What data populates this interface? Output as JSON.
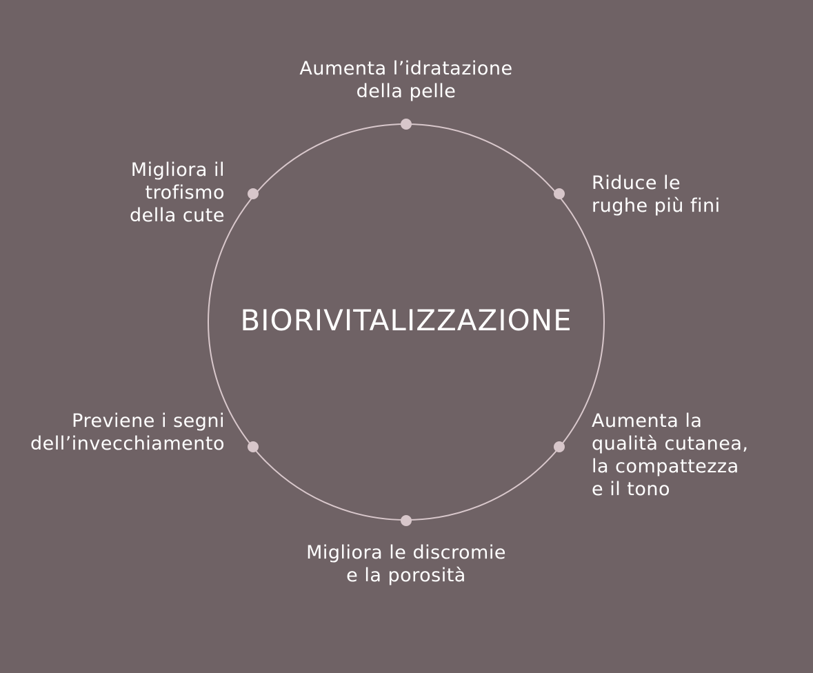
{
  "colors": {
    "background": "#6f6265",
    "circle_stroke": "#d9c8cc",
    "dot_fill": "#d7c6ca",
    "text": "#ffffff"
  },
  "center": {
    "title": "BIORIVITALIZZAZIONE"
  },
  "nodes": [
    {
      "position": "top",
      "label": "Aumenta l’idratazione\ndella pelle"
    },
    {
      "position": "upper-right",
      "label": "Riduce le\nrughe più fini"
    },
    {
      "position": "lower-right",
      "label": "Aumenta la\nqualità cutanea,\nla compattezza\ne il tono"
    },
    {
      "position": "bottom",
      "label": "Migliora le discromie\ne la porosità"
    },
    {
      "position": "lower-left",
      "label": "Previene i segni\ndell’invecchiamento"
    },
    {
      "position": "upper-left",
      "label": "Migliora il\ntrofismo\ndella cute"
    }
  ]
}
